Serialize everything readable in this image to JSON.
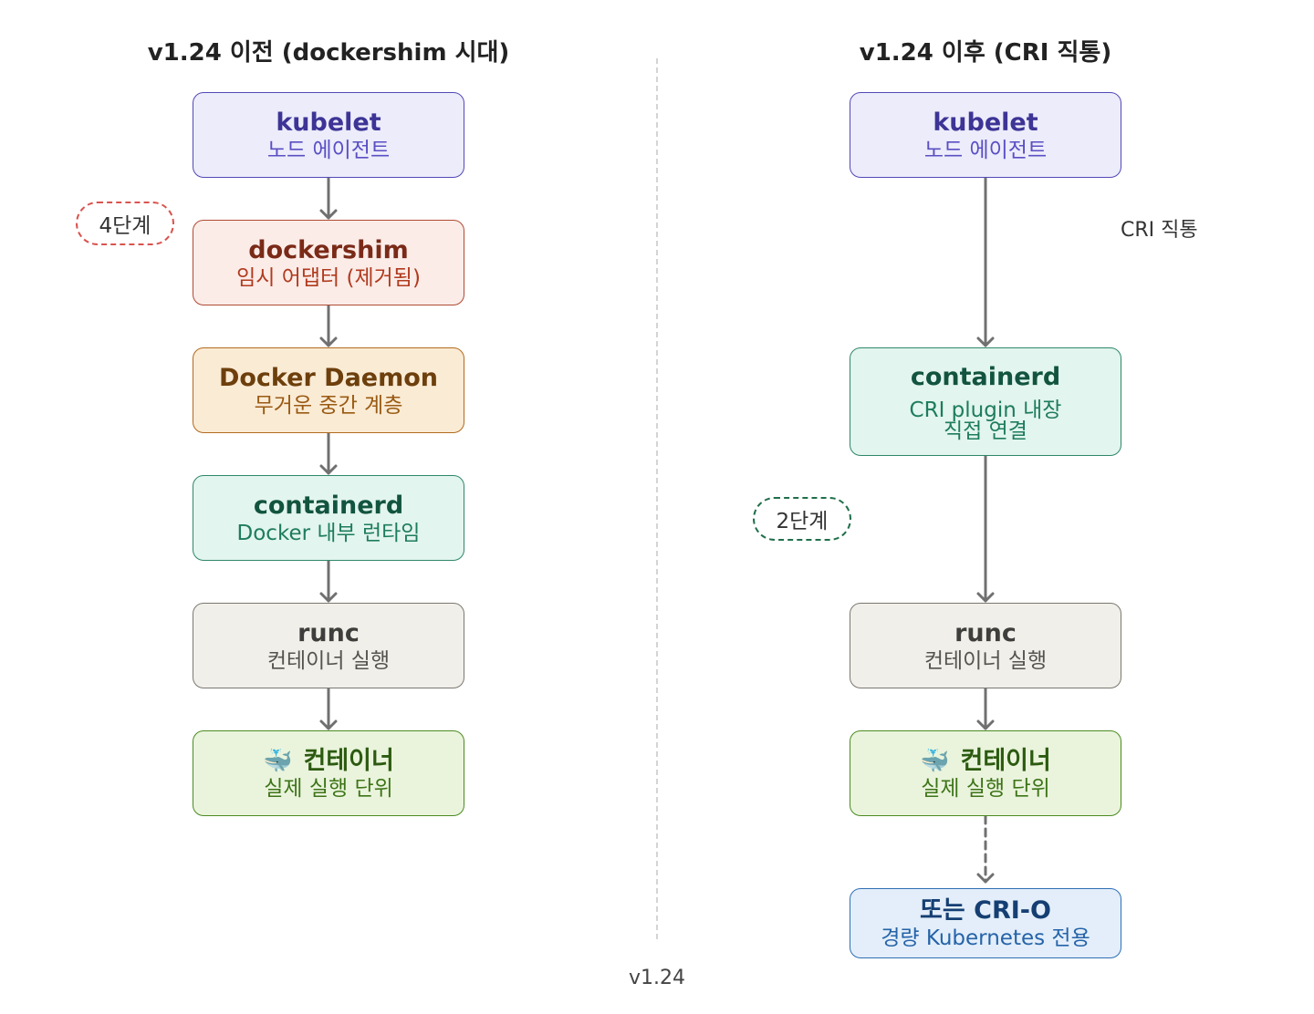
{
  "titles": {
    "left": "v1.24 이전 (dockershim 시대)",
    "right": "v1.24 이후 (CRI 직통)"
  },
  "left_column": {
    "kubelet": {
      "title": "kubelet",
      "subtitle": "노드 에이전트"
    },
    "dockershim": {
      "title": "dockershim",
      "subtitle": "임시 어댑터 (제거됨)"
    },
    "docker_daemon": {
      "title": "Docker Daemon",
      "subtitle": "무거운 중간 계층"
    },
    "containerd": {
      "title": "containerd",
      "subtitle": "Docker 내부 런타임"
    },
    "runc": {
      "title": "runc",
      "subtitle": "컨테이너 실행"
    },
    "container": {
      "icon": "🐳",
      "title": "컨테이너",
      "subtitle": "실제 실행 단위"
    },
    "badge": "4단계"
  },
  "right_column": {
    "kubelet": {
      "title": "kubelet",
      "subtitle": "노드 에이전트"
    },
    "edge_label": "CRI 직통",
    "containerd": {
      "title": "containerd",
      "subtitle_line1": "CRI plugin 내장",
      "subtitle_line2": "직접 연결"
    },
    "runc": {
      "title": "runc",
      "subtitle": "컨테이너 실행"
    },
    "container": {
      "icon": "🐳",
      "title": "컨테이너",
      "subtitle": "실제 실행 단위"
    },
    "crio": {
      "title": "또는 CRI-O",
      "subtitle": "경량 Kubernetes 전용"
    },
    "badge": "2단계"
  },
  "footer": "v1.24",
  "colors": {
    "arrow": "#707070",
    "badge_left_border": "#d9534f",
    "badge_right_border": "#1f6f4a",
    "divider": "#d4d4d4"
  },
  "icons": {
    "container": "whale-icon"
  }
}
